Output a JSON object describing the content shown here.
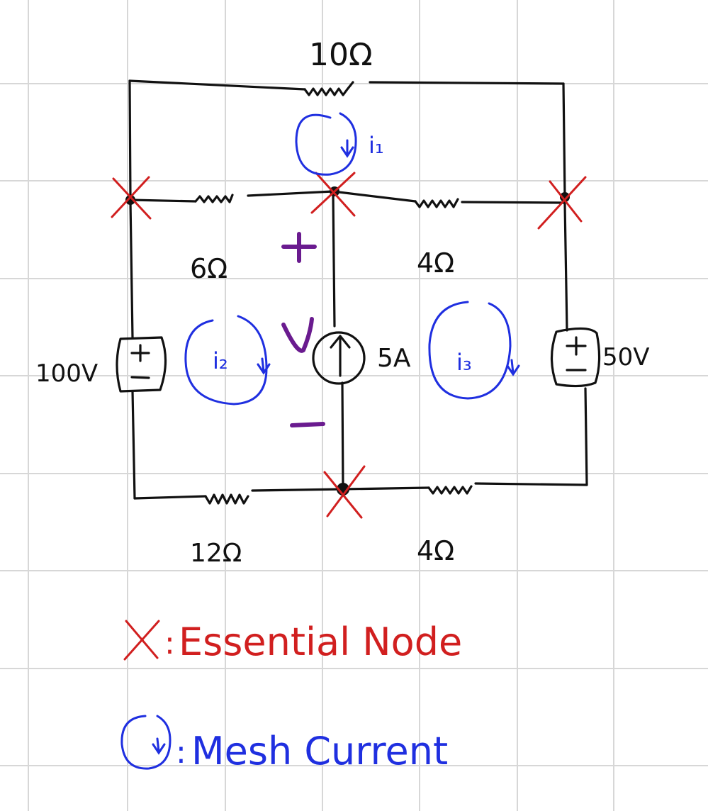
{
  "colors": {
    "wire": "#111111",
    "essential_node": "#d11f1f",
    "mesh_current": "#1f2fe0",
    "voltage_label": "#6a1b8f",
    "grid": "#d7d7d7"
  },
  "components": {
    "r_top": "10Ω",
    "r_left_mid": "6Ω",
    "r_right_mid": "4Ω",
    "r_bottom_left": "12Ω",
    "r_bottom_right": "4Ω",
    "v_left": "100V",
    "v_right": "50V",
    "i_source": "5A"
  },
  "meshes": {
    "i1": "i₁",
    "i2": "i₂",
    "i3": "i₃"
  },
  "voltage": {
    "plus": "+",
    "name": "v",
    "minus": "−"
  },
  "legend": {
    "node_symbol": "X",
    "node_sep": ":",
    "node_text": "Essential Node",
    "mesh_sep": ":",
    "mesh_text": "Mesh Current"
  }
}
